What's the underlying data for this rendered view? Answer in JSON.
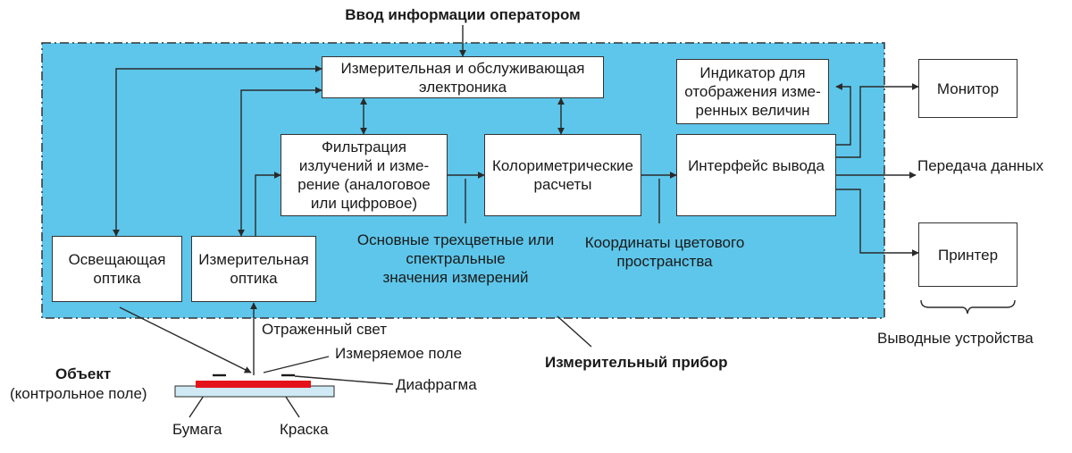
{
  "colors": {
    "device_fill": "#5ec6ea",
    "device_border": "#333333",
    "ink": "#e4121b",
    "paper": "#cfeaf5",
    "line": "#2a2a2a"
  },
  "top_label": "Ввод информации оператором",
  "device_label": "Измерительный прибор",
  "boxes": {
    "electronics": "Измерительная и обслуживающая\nэлектроника",
    "indicator": "Индикатор для\nотображения изме-\nренных величин",
    "filtration": "Фильтрация\nизлучений и изме-\nрение (аналоговое\nили цифровое)",
    "colorimetric": "Колориметрические\nрасчеты",
    "interface": "Интерфейс вывода",
    "illum_optics": "Освещающая\nоптика",
    "meas_optics": "Измерительная\nоптика",
    "monitor": "Монитор",
    "printer": "Принтер"
  },
  "labels": {
    "tristimulus": "Основные трехцветные или\nспектральные\nзначения измерений",
    "color_coords": "Координаты цветового\nпространства",
    "data_transfer": "Передача данных",
    "output_devices": "Выводные устройства",
    "reflected_light": "Отраженный свет",
    "measured_field": "Измеряемое поле",
    "aperture": "Диафрагма",
    "object_title": "Объект",
    "object_sub": "(контрольное поле)",
    "paper": "Бумага",
    "ink": "Краска"
  }
}
